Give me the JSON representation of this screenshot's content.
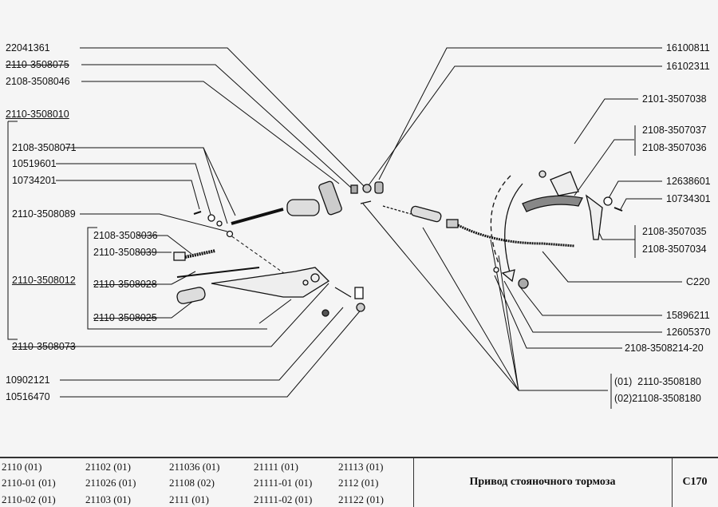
{
  "left_labels": {
    "l1": "22041361",
    "l2": "2110-3508075",
    "l3": "2108-3508046",
    "assembly_main": "2110-3508010",
    "l4": "2108-3508071",
    "l5": "10519601",
    "l6": "10734201",
    "l7": "2110-3508089",
    "assembly_lever": "2110-3508012",
    "inner1": "2108-3508036",
    "inner2": "2110-3508039",
    "inner3": "2110-3508028",
    "inner4": "2110-3508025",
    "l8": "2110-3508073",
    "l9": "10902121",
    "l10": "10516470"
  },
  "right_labels": {
    "r1": "16100811",
    "r2": "16102311",
    "r3": "2101-3507038",
    "r4a": "2108-3507037",
    "r4b": "2108-3507036",
    "r5": "12638601",
    "r6": "10734301",
    "r7a": "2108-3507035",
    "r7b": "2108-3507034",
    "r8": "C220",
    "r9": "15896211",
    "r10": "12605370",
    "r11": "2108-3508214-20",
    "r12a": "(01)  2110-3508180",
    "r12b": "(02)21108-3508180"
  },
  "footer": {
    "models": [
      [
        "2110 (01)",
        "21102 (01)",
        "211036 (01)",
        "21111 (01)",
        "21113 (01)"
      ],
      [
        "2110-01 (01)",
        "211026 (01)",
        "21108 (02)",
        "21111-01 (01)",
        "2112 (01)"
      ],
      [
        "2110-02 (01)",
        "21103 (01)",
        "2111 (01)",
        "21111-02 (01)",
        "21122 (01)"
      ]
    ],
    "title": "Привод стояночного тормоза",
    "code": "C170"
  }
}
